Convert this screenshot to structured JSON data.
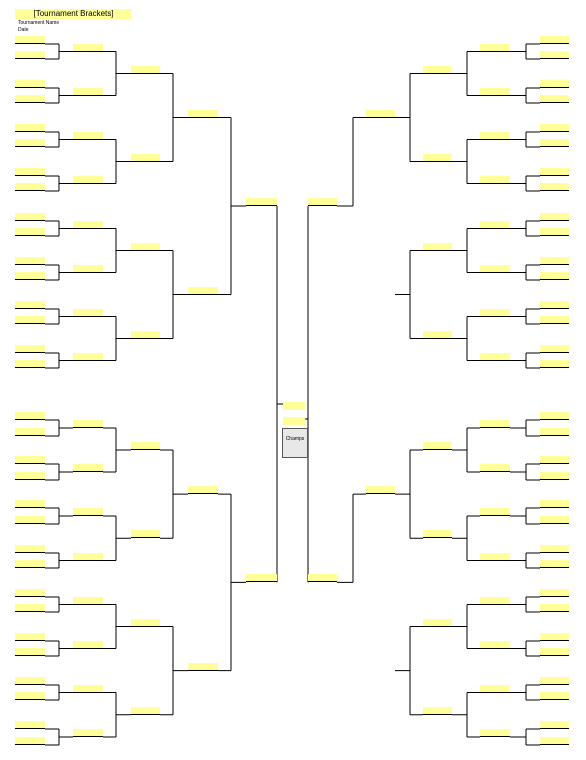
{
  "header": {
    "title": "[Tournament Brackets]",
    "tournament_name": "Tournament Name",
    "date": "Date"
  },
  "champion": {
    "label": "Champs"
  },
  "colors": {
    "slot_fill": "#ffff99",
    "line": "#000000",
    "champ_box": "#e8e8e8"
  }
}
